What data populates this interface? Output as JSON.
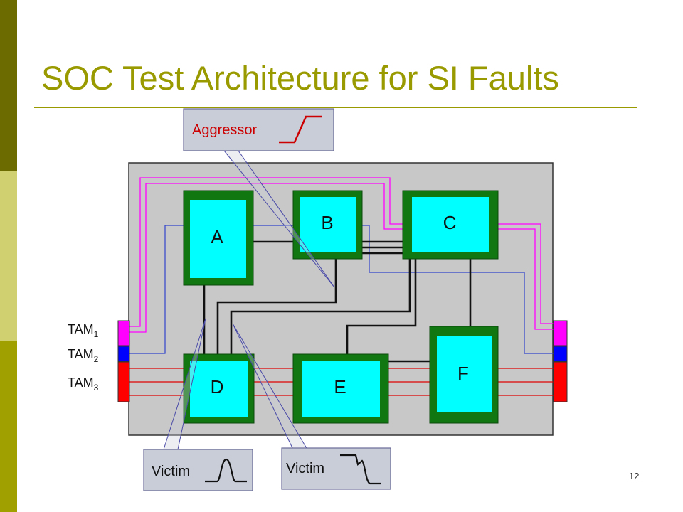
{
  "slide": {
    "title": "SOC Test Architecture for SI Faults",
    "page_number": "12"
  },
  "colors": {
    "sidebar_dark": "#6b6b00",
    "sidebar_light": "#d0d070",
    "sidebar_mid": "#a0a000",
    "title": "#999900",
    "rule": "#999900",
    "chip": "#c8c8c8",
    "core_border": "#117711",
    "core_fill": "#00ffff",
    "tam1": "#ff00ff",
    "tam2": "#0000ff",
    "tam3": "#ff0000",
    "callout_bg": "#c8cdd8",
    "callout_border": "#6a6a9a",
    "aggressor_text": "#cc0000"
  },
  "callouts": {
    "aggressor": "Aggressor",
    "victim_left": "Victim",
    "victim_right": "Victim"
  },
  "cores": [
    {
      "id": "A",
      "label": "A"
    },
    {
      "id": "B",
      "label": "B"
    },
    {
      "id": "C",
      "label": "C"
    },
    {
      "id": "D",
      "label": "D"
    },
    {
      "id": "E",
      "label": "E"
    },
    {
      "id": "F",
      "label": "F"
    }
  ],
  "tams": [
    {
      "name": "TAM",
      "sub": "1"
    },
    {
      "name": "TAM",
      "sub": "2"
    },
    {
      "name": "TAM",
      "sub": "3"
    }
  ]
}
